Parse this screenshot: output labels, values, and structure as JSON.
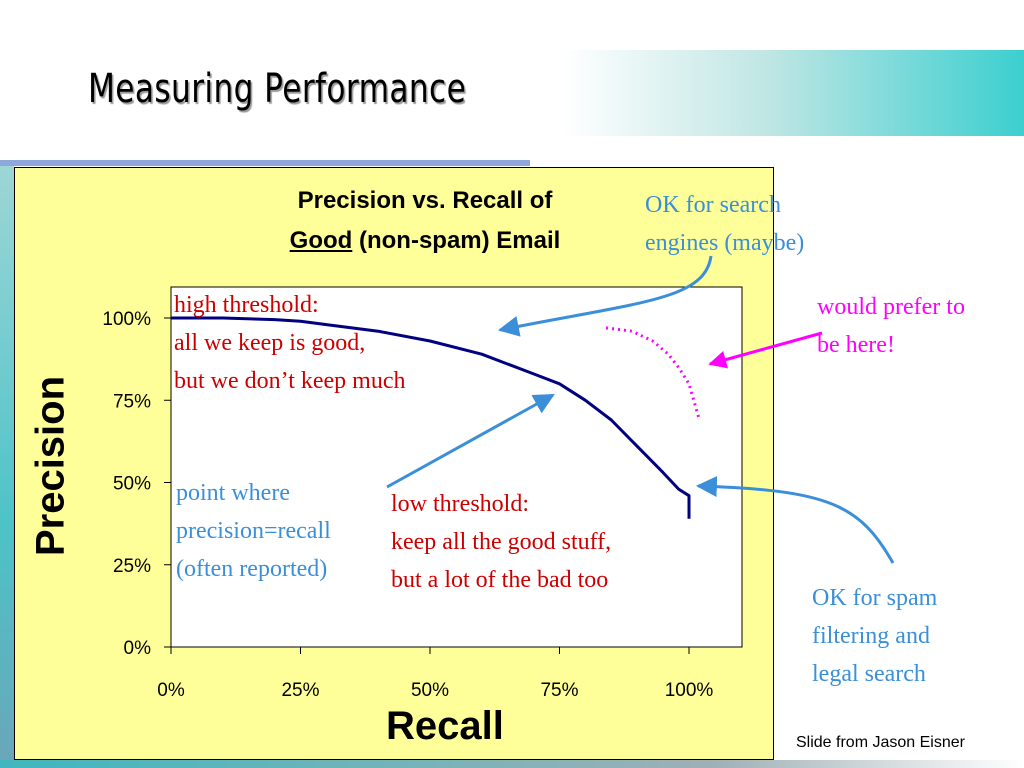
{
  "slide": {
    "title": "Measuring Performance",
    "credit": "Slide from Jason Eisner"
  },
  "colors": {
    "curve": "#000080",
    "note_red": "#cc0000",
    "note_blue": "#3a8fd8",
    "note_magenta": "#ff00ff",
    "panel": "#ffff99"
  },
  "chart_data": {
    "type": "line",
    "title_line1": "Precision vs. Recall of",
    "title_line2_underlined": "Good",
    "title_line2_rest": " (non-spam) Email",
    "xlabel": "Recall",
    "ylabel": "Precision",
    "xlim": [
      0,
      100
    ],
    "ylim": [
      0,
      100
    ],
    "x_ticks": [
      0,
      25,
      50,
      75,
      100
    ],
    "y_ticks": [
      0,
      25,
      50,
      75,
      100
    ],
    "x_tick_labels": [
      "0%",
      "25%",
      "50%",
      "75%",
      "100%"
    ],
    "y_tick_labels": [
      "0%",
      "25%",
      "50%",
      "75%",
      "100%"
    ],
    "grid": false,
    "series": [
      {
        "x": [
          0,
          10,
          20,
          25,
          30,
          40,
          50,
          60,
          70,
          75,
          80,
          85,
          90,
          95,
          98,
          100,
          100
        ],
        "y": [
          100,
          100,
          99.5,
          99,
          98,
          96,
          93,
          89,
          83,
          80,
          75,
          69,
          61,
          53,
          48,
          46,
          39
        ]
      }
    ],
    "preferred_curve": {
      "x": [
        84,
        89,
        93,
        96,
        98,
        100,
        102
      ],
      "y": [
        97,
        96,
        93,
        89,
        85,
        80,
        69
      ]
    }
  },
  "annotations": {
    "high_threshold": [
      "high threshold:",
      "all we keep is good,",
      "but we don’t keep much"
    ],
    "low_threshold": [
      "low threshold:",
      "keep all the good stuff,",
      "but a lot of the bad too"
    ],
    "point_where": [
      "point where",
      "precision=recall",
      "(often reported)"
    ],
    "ok_search": [
      "OK for search",
      "engines (maybe)"
    ],
    "would_prefer": [
      "would prefer to",
      "be here!"
    ],
    "ok_spam": [
      "OK for spam",
      "filtering and",
      "legal search"
    ]
  }
}
